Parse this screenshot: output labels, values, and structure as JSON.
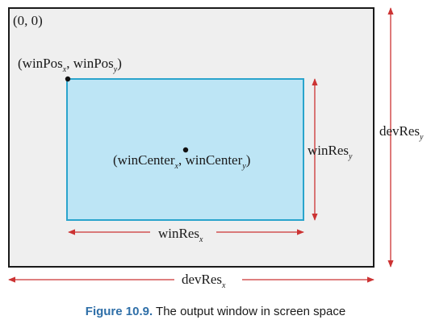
{
  "labels": {
    "origin": "(0, 0)",
    "win_pos": {
      "open": "(",
      "base1": "winPos",
      "sub1": "x",
      "sep": ", ",
      "base2": "winPos",
      "sub2": "y",
      "close": ")"
    },
    "win_center": {
      "open": "(",
      "base1": "winCenter",
      "sub1": "x",
      "sep": ", ",
      "base2": "winCenter",
      "sub2": "y",
      "close": ")"
    },
    "win_res_x": {
      "base": "winRes",
      "sub": "x"
    },
    "win_res_y": {
      "base": "winRes",
      "sub": "y"
    },
    "dev_res_x": {
      "base": "devRes",
      "sub": "x"
    },
    "dev_res_y": {
      "base": "devRes",
      "sub": "y"
    }
  },
  "caption": {
    "figure_label": "Figure 10.9.",
    "text": " The output window in screen space"
  },
  "colors": {
    "screen_fill": "#efefef",
    "screen_border": "#1a1a1a",
    "window_fill": "#bde5f5",
    "window_border": "#2aa4cc",
    "arrow": "#cc3333",
    "caption_label": "#2f6fa8"
  }
}
